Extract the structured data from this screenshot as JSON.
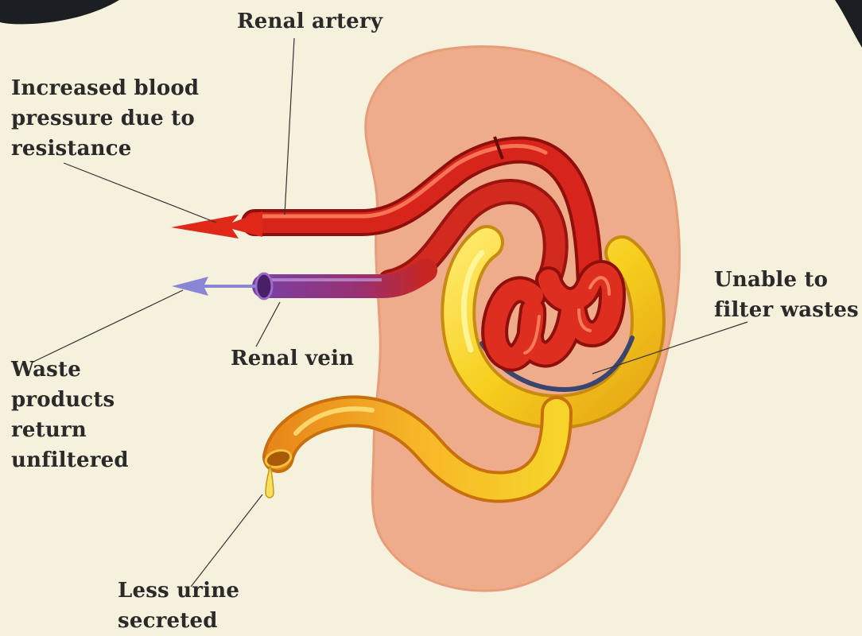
{
  "labels": {
    "renal_artery": "Renal artery",
    "increased_bp": [
      "Increased blood",
      "pressure due to",
      "resistance"
    ],
    "unable_filter": [
      "Unable to",
      "filter wastes"
    ],
    "renal_vein": "Renal vein",
    "waste_products": [
      "Waste",
      "products",
      "return",
      "unfiltered"
    ],
    "less_urine": [
      "Less urine",
      "secreted"
    ]
  },
  "colors": {
    "background": "#f6f1dc",
    "kidney": "#eeac8a",
    "artery": "#d8251b",
    "vein": "#7a3fa0",
    "tubule": "#f6cf1e",
    "ureter": "#f0a020",
    "arrow_red": "#e02818",
    "arrow_violet": "#8a86d6"
  }
}
